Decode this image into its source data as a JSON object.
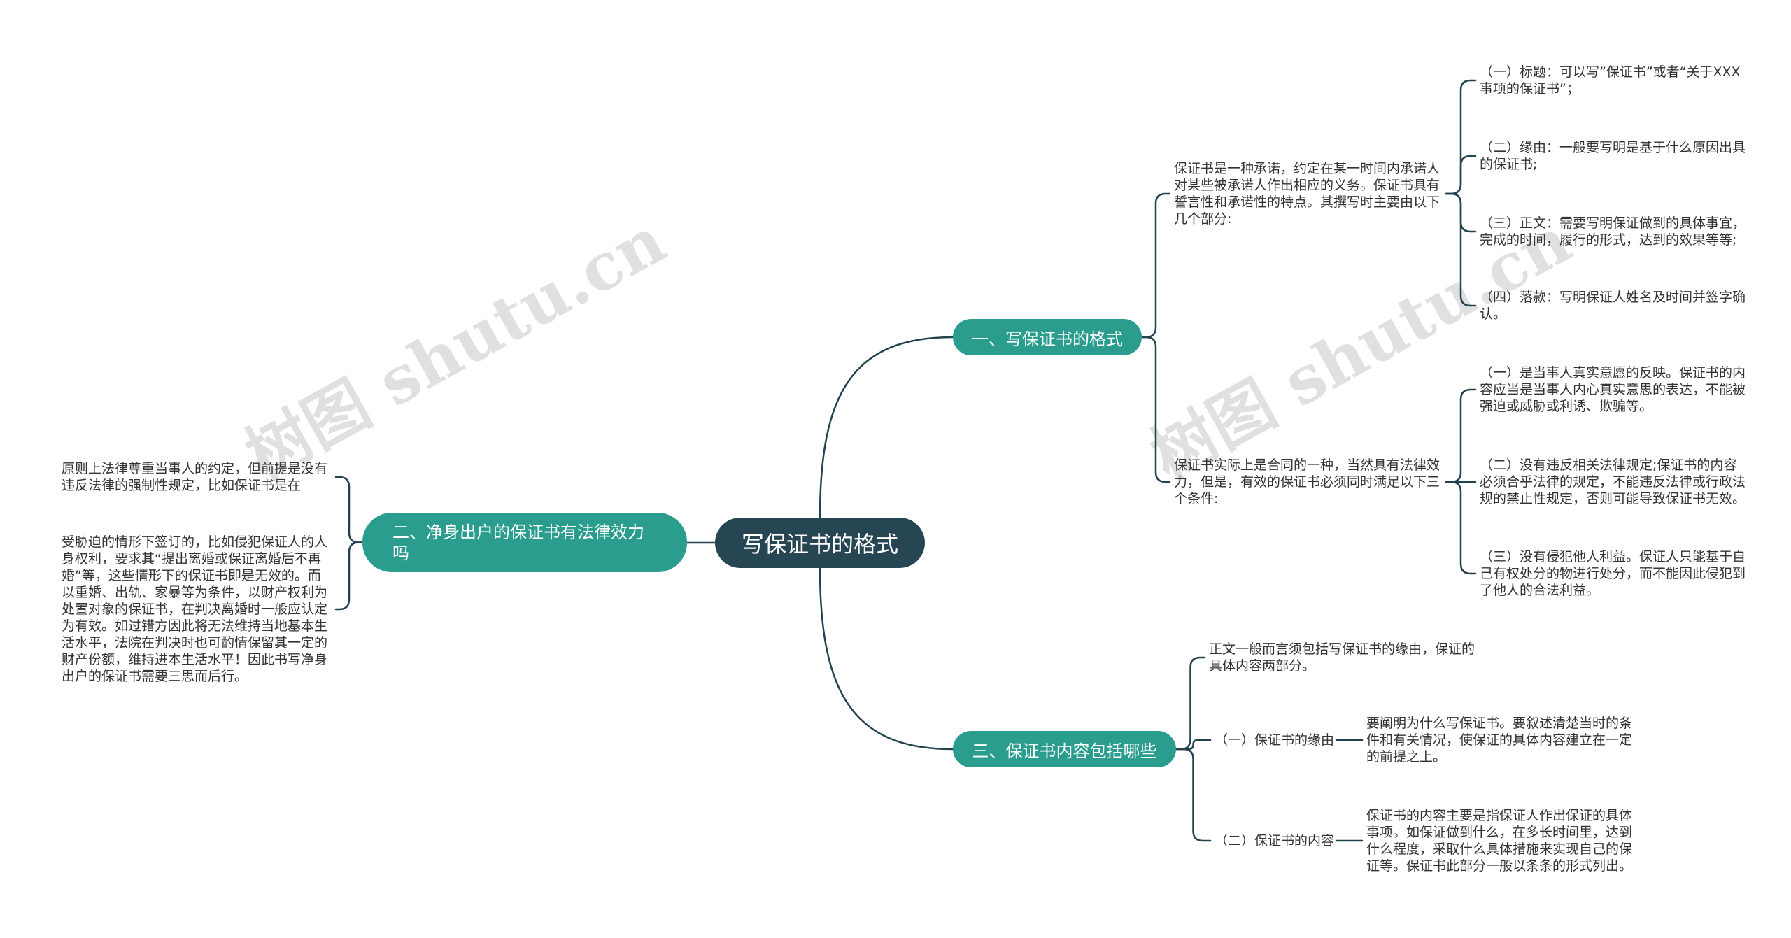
{
  "watermark": "树图 shutu.cn",
  "colors": {
    "root": "#264653",
    "branch": "#2a9d8f",
    "line": "#23424f",
    "text": "#333333"
  },
  "root": {
    "label": "写保证书的格式"
  },
  "branches": [
    {
      "label": "一、写保证书的格式",
      "children": [
        {
          "text": "保证书是一种承诺，约定在某一时间内承诺人对某些被承诺人作出相应的义务。保证书具有誓言性和承诺性的特点。其撰写时主要由以下几个部分:",
          "children": [
            {
              "text": "（一）标题：可以写”保证书”或者“关于XXX事项的保证书”；"
            },
            {
              "text": "（二）缘由：一般要写明是基于什么原因出具的保证书;"
            },
            {
              "text": "（三）正文：需要写明保证做到的具体事宜，完成的时间，履行的形式，达到的效果等等;"
            },
            {
              "text": "（四）落款：写明保证人姓名及时间并签字确认。"
            }
          ]
        },
        {
          "text": "保证书实际上是合同的一种，当然具有法律效力，但是，有效的保证书必须同时满足以下三个条件:",
          "children": [
            {
              "text": "（一）是当事人真实意愿的反映。保证书的内容应当是当事人内心真实意思的表达，不能被强迫或威胁或利诱、欺骗等。"
            },
            {
              "text": "（二）没有违反相关法律规定;保证书的内容必须合乎法律的规定，不能违反法律或行政法规的禁止性规定，否则可能导致保证书无效。"
            },
            {
              "text": "（三）没有侵犯他人利益。保证人只能基于自己有权处分的物进行处分，而不能因此侵犯到了他人的合法利益。"
            }
          ]
        }
      ]
    },
    {
      "label": "二、净身出户的保证书有法律效力吗",
      "children": [
        {
          "text": "原则上法律尊重当事人的约定，但前提是没有违反法律的强制性规定，比如保证书是在"
        },
        {
          "text": "受胁迫的情形下签订的，比如侵犯保证人的人身权利，要求其“提出离婚或保证离婚后不再婚”等，这些情形下的保证书即是无效的。而以重婚、出轨、家暴等为条件，以财产权利为处置对象的保证书，在判决离婚时一般应认定为有效。如过错方因此将无法维持当地基本生活水平，法院在判决时也可酌情保留其一定的财产份额，维持进本生活水平！因此书写净身出户的保证书需要三思而后行。"
        }
      ]
    },
    {
      "label": "三、保证书内容包括哪些",
      "children": [
        {
          "text": "正文一般而言须包括写保证书的缘由，保证的具体内容两部分。"
        },
        {
          "text": "（一）保证书的缘由",
          "children": [
            {
              "text": "要阐明为什么写保证书。要叙述清楚当时的条件和有关情况，使保证的具体内容建立在一定的前提之上。"
            }
          ]
        },
        {
          "text": "（二）保证书的内容",
          "children": [
            {
              "text": "保证书的内容主要是指保证人作出保证的具体事项。如保证做到什么，在多长时间里，达到什么程度，采取什么具体措施来实现自己的保证等。保证书此部分一般以条条的形式列出。"
            }
          ]
        }
      ]
    }
  ]
}
